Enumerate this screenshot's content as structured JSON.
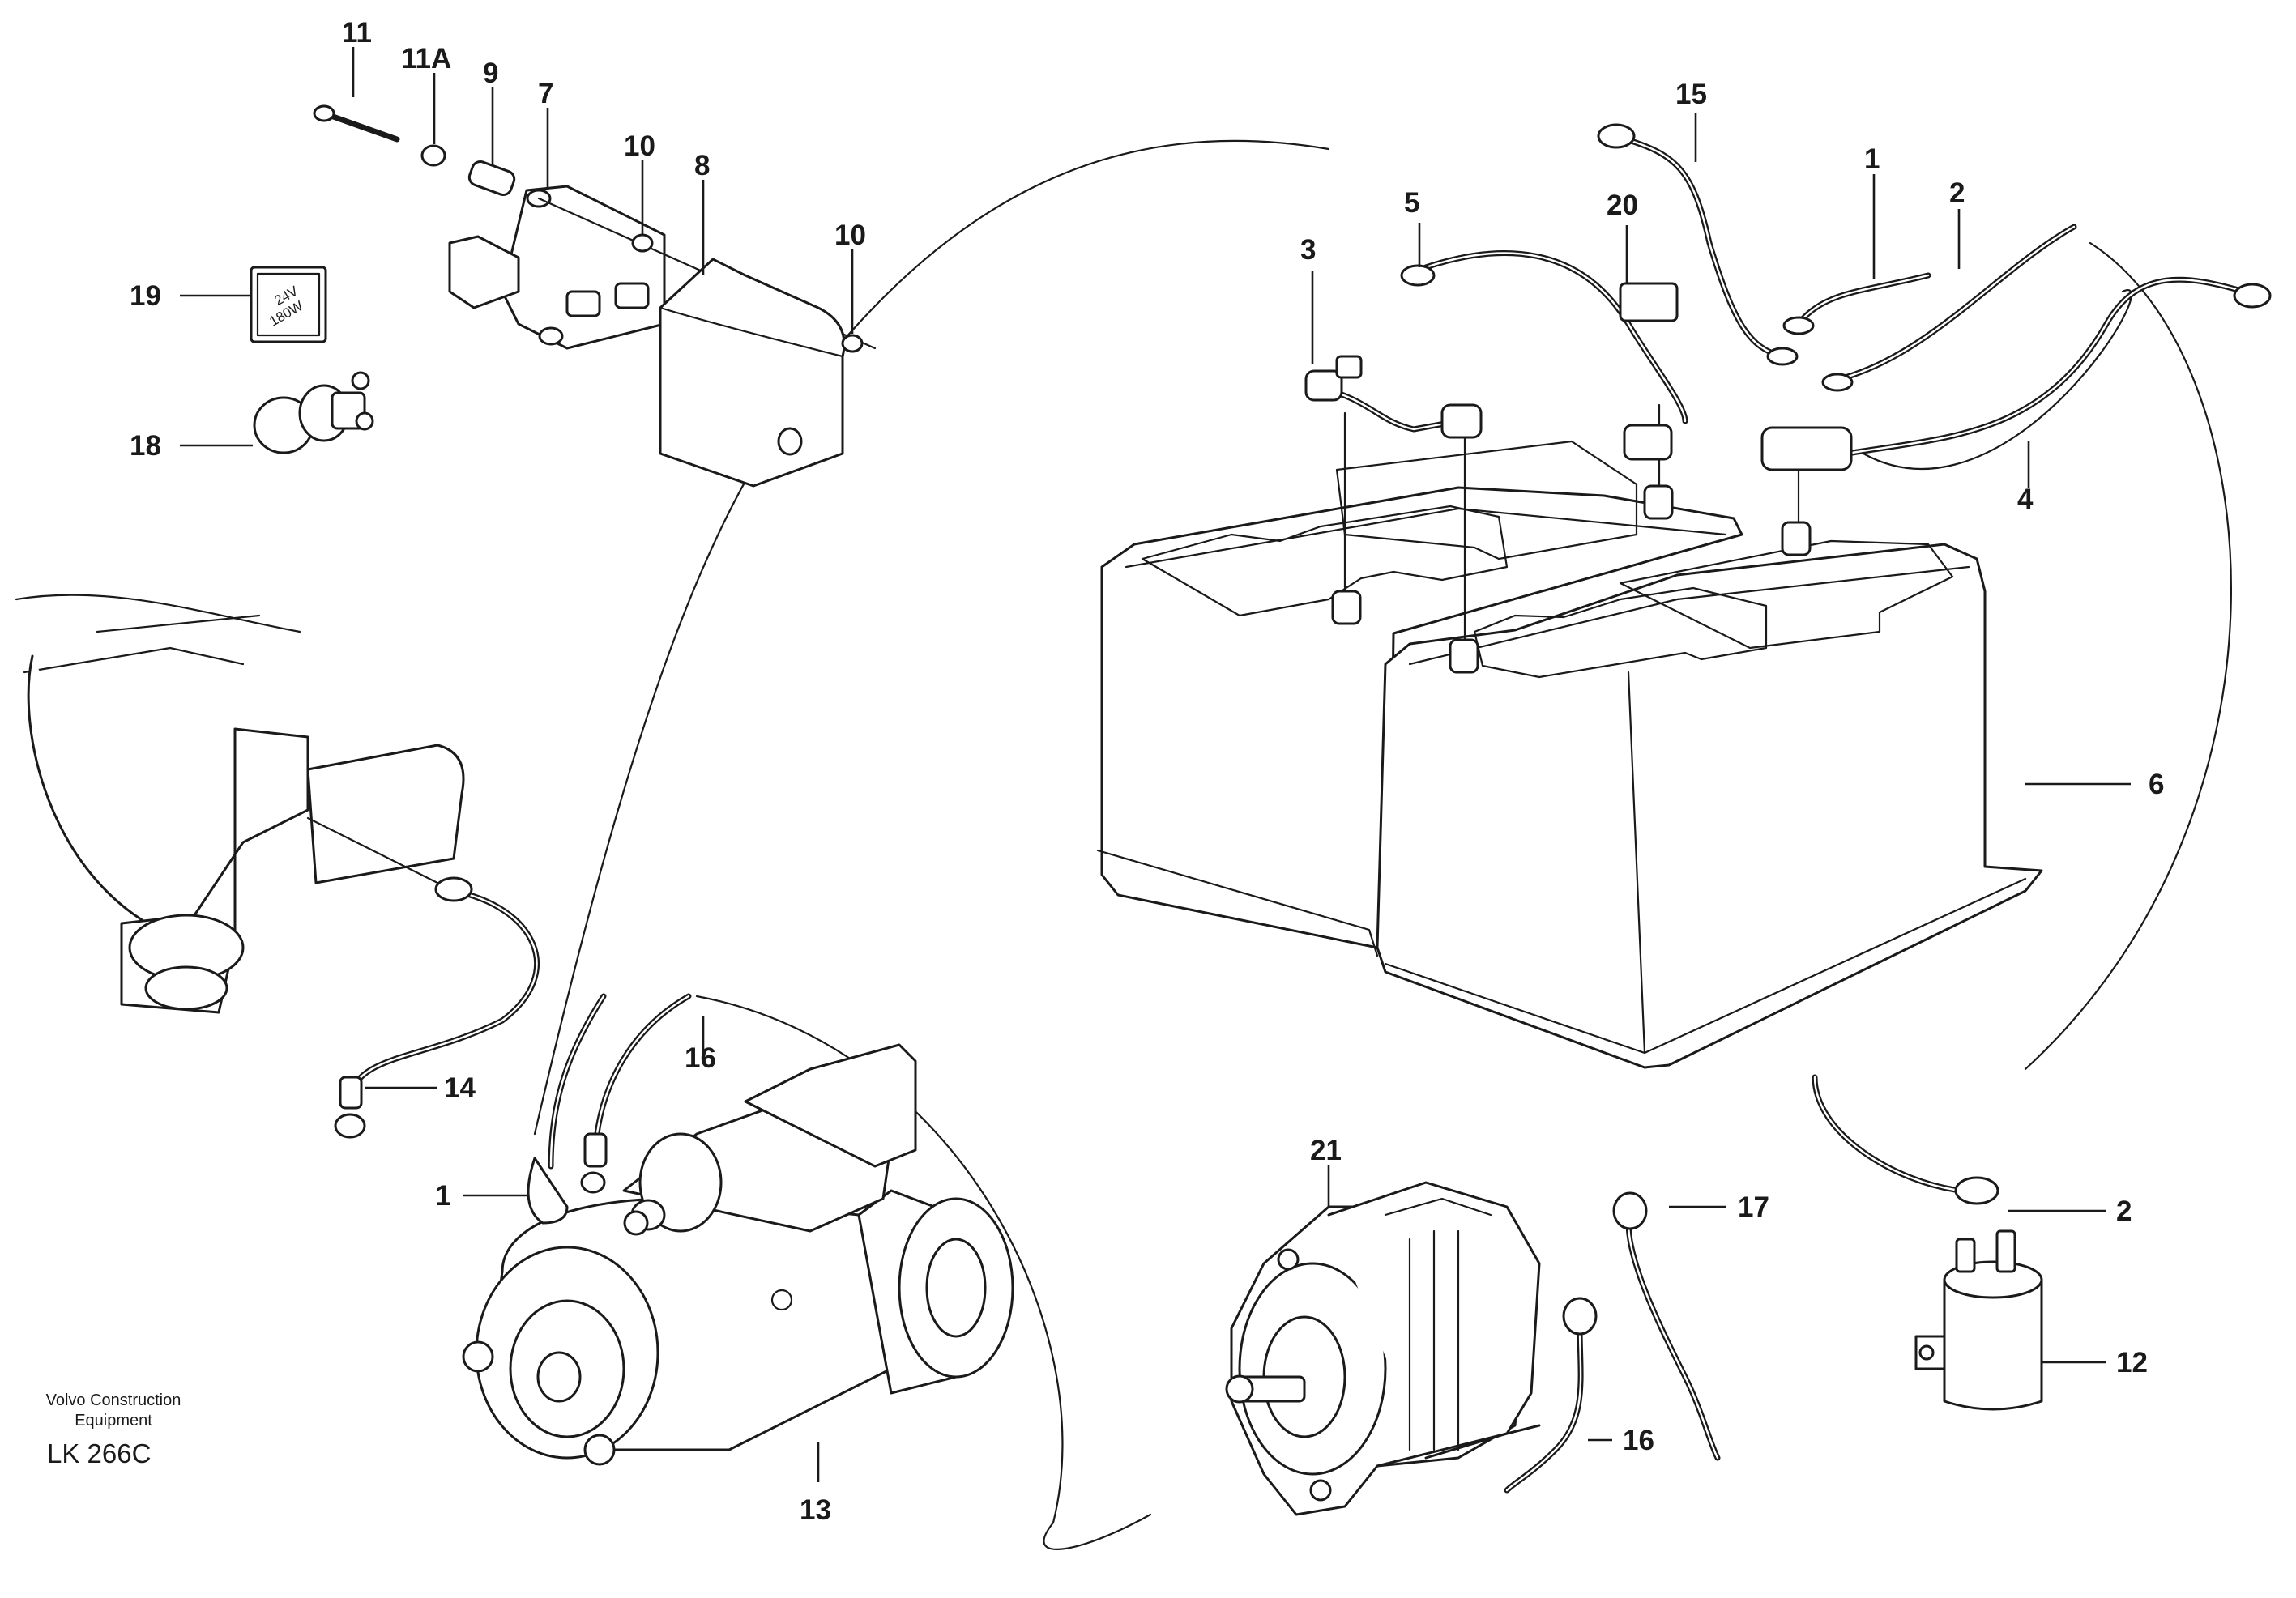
{
  "callouts": {
    "c1_top": "1",
    "c1_bottom": "1",
    "c2_top": "2",
    "c2_bottom": "2",
    "c3": "3",
    "c4": "4",
    "c5": "5",
    "c6": "6",
    "c7": "7",
    "c8": "8",
    "c9": "9",
    "c10_a": "10",
    "c10_b": "10",
    "c11": "11",
    "c11a": "11A",
    "c12": "12",
    "c13": "13",
    "c14": "14",
    "c15": "15",
    "c16_a": "16",
    "c16_b": "16",
    "c17": "17",
    "c18": "18",
    "c19": "19",
    "c20": "20",
    "c21": "21"
  },
  "label_plate": {
    "line1": "24V",
    "line2": "180W"
  },
  "footer": {
    "company_line1": "Volvo Construction",
    "company_line2": "Equipment",
    "drawing_number": "LK 266C"
  }
}
